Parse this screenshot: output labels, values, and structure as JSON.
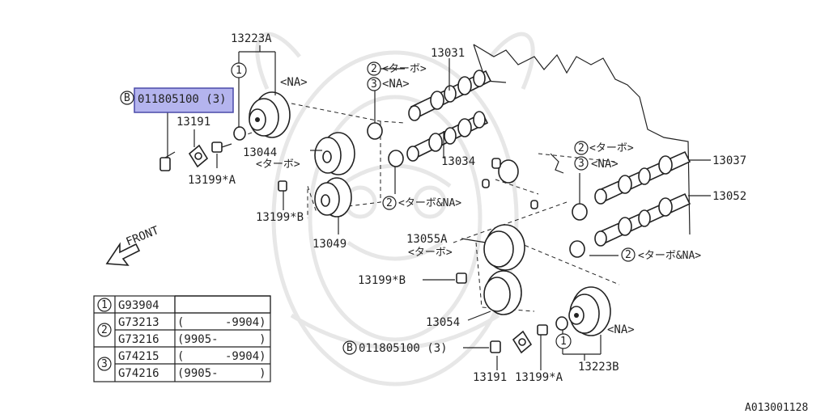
{
  "labels": {
    "p13223A": "13223A",
    "na_top": "<NA>",
    "c1_top": "1",
    "bolt_code_top": "011805100 (3)",
    "b_top": "B",
    "p13191_top": "13191",
    "p13199A_top": "13199*A",
    "p13044": "13044",
    "turbo_13044": "<ターボ>",
    "p13199B_left": "13199*B",
    "p13049": "13049",
    "front": "FRONT",
    "c2_a": "2",
    "turbo_a": "<ターボ>",
    "c3_a": "3",
    "na_a": "<NA>",
    "p13031": "13031",
    "p13034": "13034",
    "c2_b": "2",
    "turbo_na_b": "<ターボ&NA>",
    "c2_c": "2",
    "turbo_c": "<ターボ>",
    "c3_c": "3",
    "na_c": "<NA>",
    "p13037": "13037",
    "p13052": "13052",
    "p13055A": "13055A",
    "turbo_13055A": "<ターボ>",
    "p13199B_mid": "13199*B",
    "p13054": "13054",
    "c2_d": "2",
    "turbo_na_d": "<ターボ&NA>",
    "na_bot": "<NA>",
    "c1_bot": "1",
    "b_bot": "B",
    "bolt_code_bot": "011805100 (3)",
    "p13191_bot": "13191",
    "p13199A_bot": "13199*A",
    "p13223B": "13223B",
    "ref": "A013001128"
  },
  "table": {
    "rows": [
      {
        "circle": "1",
        "code": "G93904",
        "range": ""
      },
      {
        "circle": "2",
        "code": "G73213",
        "range": "(      -9904)"
      },
      {
        "circle": "",
        "code": "G73216",
        "range": "(9905-      )"
      },
      {
        "circle": "3",
        "code": "G74215",
        "range": "(      -9904)"
      },
      {
        "circle": "",
        "code": "G74216",
        "range": "(9905-      )"
      }
    ]
  },
  "colors": {
    "highlight_fill": "#b4b4ee",
    "highlight_border": "#4a4aa8",
    "line": "#222222",
    "watermark": "#e7e7e7"
  }
}
